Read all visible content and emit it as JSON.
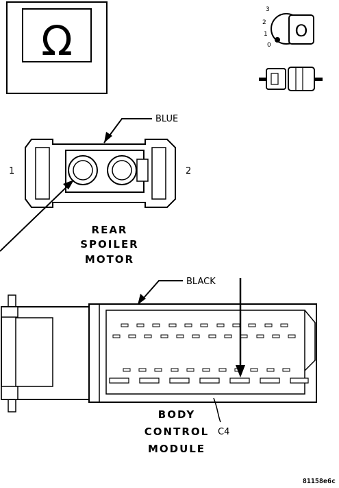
{
  "symbols": {
    "ohm": "Ω",
    "key_positions": [
      "3",
      "2",
      "1",
      "0"
    ],
    "key_letter": "O"
  },
  "connector_1": {
    "color_label": "BLUE",
    "pin_left": "1",
    "pin_right": "2",
    "title_lines": [
      "REAR",
      "SPOILER",
      "MOTOR"
    ]
  },
  "connector_2": {
    "color_label": "BLACK",
    "title_lines": [
      "BODY",
      "CONTROL",
      "MODULE"
    ],
    "connector_id": "C4"
  },
  "figure_id": "81158e6c"
}
